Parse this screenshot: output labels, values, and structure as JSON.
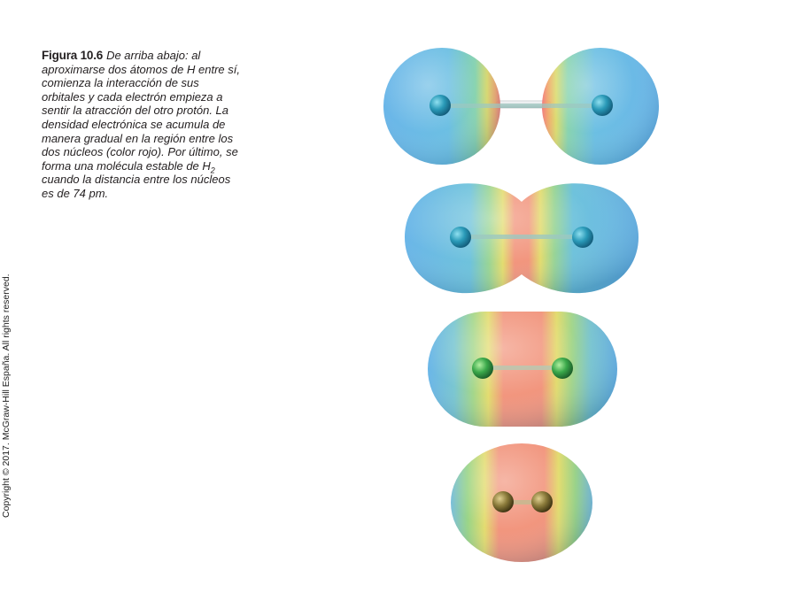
{
  "copyright": "Copyright © 2017. McGraw-Hill España. All rights reserved.",
  "caption": {
    "label": "Figura 10.6",
    "text_before_sub": "De arriba abajo: al aproximarse dos átomos de H entre sí, comienza la interacción de sus orbitales y cada electrón empieza a sentir la atracción del otro protón. La densidad electrónica se acumula de manera gradual en la región entre los dos núcleos (color rojo). Por último, se forma una molécula estable de H",
    "subscript": "2",
    "text_after_sub": " cuando la distancia entre los núcleos es de 74 pm."
  },
  "colors": {
    "density_low": "#4aa6dc",
    "density_mid": "#8fd07a",
    "density_high": "#f07a7a",
    "nucleus_blue": "#1f8fb3",
    "nucleus_green": "#4aa84a",
    "nucleus_dark": "#7a6a3a"
  }
}
